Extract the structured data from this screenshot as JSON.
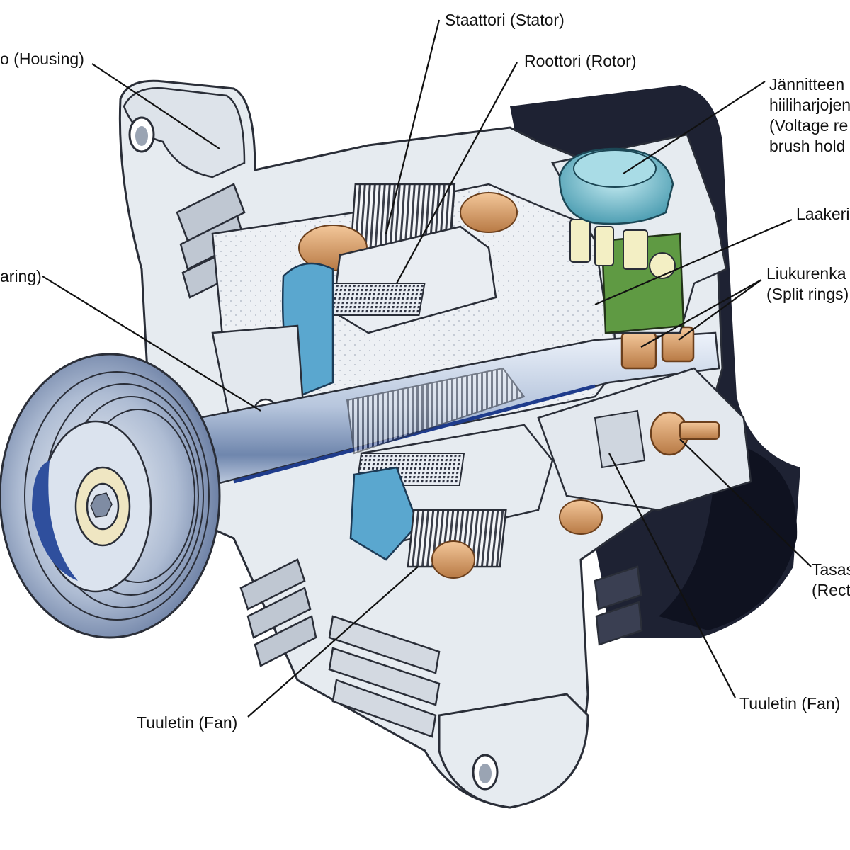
{
  "labels": {
    "housing": "o (Housing)",
    "stator": "Staattori (Stator)",
    "rotor": "Roottori (Rotor)",
    "regulator_line1": "Jännitteen",
    "regulator_line2": "hiiliharjojen",
    "regulator_line3": "(Voltage re",
    "regulator_line4": "brush hold",
    "bearing_right": "Laakeri",
    "bearing_left": "aring)",
    "split_rings_line1": "Liukurenka",
    "split_rings_line2": "(Split rings)",
    "rectifier_line1": "Tasas",
    "rectifier_line2": "(Rect",
    "fan_left": "Tuuletin (Fan)",
    "fan_right": "Tuuletin (Fan)"
  },
  "colors": {
    "metal": "#e6ebf0",
    "metal_shadow": "#9aa4b3",
    "dark_cover": "#1e2233",
    "copper": "#d9a06a",
    "stator_blue": "#5aa7cf",
    "shaft": "#b9c7dc",
    "shaft_stripe": "#1f3c8c",
    "regulator_green": "#5f9a43",
    "regulator_cap": "#7fc3d2"
  }
}
